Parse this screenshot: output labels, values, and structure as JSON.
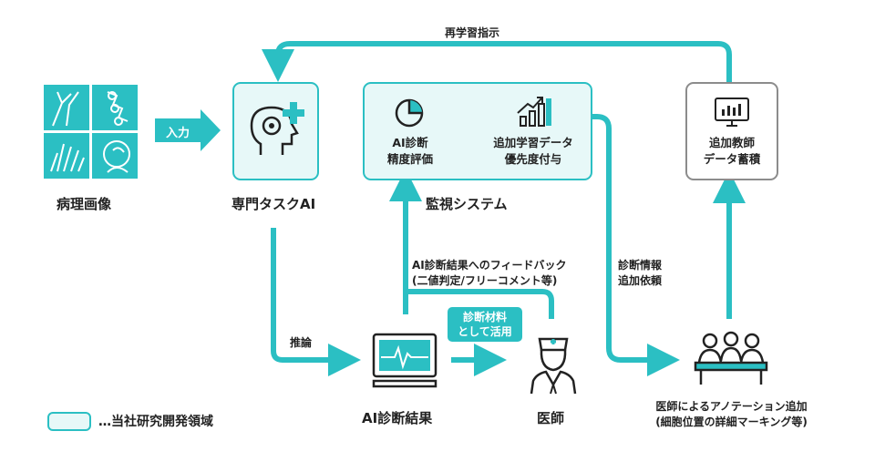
{
  "nodes": {
    "pathology": {
      "label": "病理画像"
    },
    "input": {
      "label": "入力"
    },
    "expert_ai": {
      "label": "専門タスクAI"
    },
    "inference": {
      "label": "推論"
    },
    "ai_result": {
      "label": "AI診断結果"
    },
    "doctor": {
      "label": "医師"
    },
    "diag_material": {
      "line1": "診断材料",
      "line2": "として活用"
    },
    "monitor_system": {
      "label": "監視システム"
    },
    "accuracy_eval": {
      "line1": "AI診断",
      "line2": "精度評価"
    },
    "priority": {
      "line1": "追加学習データ",
      "line2": "優先度付与"
    },
    "teacher_data": {
      "line1": "追加教師",
      "line2": "データ蓄積"
    },
    "feedback": {
      "line1": "AI診断結果へのフィードバック",
      "line2": "(二値判定/フリーコメント等)"
    },
    "diag_info": {
      "line1": "診断情報",
      "line2": "追加依頼"
    },
    "annotation": {
      "line1": "医師によるアノテーション追加",
      "line2": "(細胞位置の詳細マーキング等)"
    },
    "retrain": {
      "label": "再学習指示"
    }
  },
  "legend": {
    "label": "…当社研究開発領域"
  },
  "colors": {
    "teal": "#2bbfc3",
    "light_teal": "#e7f8f8",
    "gray": "#8c8c8c",
    "text": "#222222"
  },
  "icons": [
    "pathology-image-grid-icon",
    "ai-head-gear-icon",
    "pie-chart-icon",
    "bar-chart-up-icon",
    "monitor-chart-icon",
    "monitor-waveform-icon",
    "doctor-icon",
    "group-meeting-icon"
  ]
}
